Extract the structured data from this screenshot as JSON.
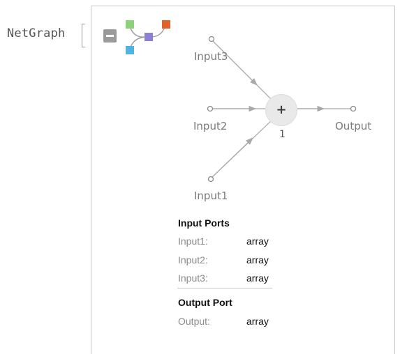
{
  "expression": {
    "head": "NetGraph"
  },
  "graph": {
    "inputs": [
      {
        "label": "Input3"
      },
      {
        "label": "Input2"
      },
      {
        "label": "Input1"
      }
    ],
    "node": {
      "symbol": "+",
      "index": "1"
    },
    "output": {
      "label": "Output"
    }
  },
  "icon_colors": {
    "input_a": "#8fd07b",
    "input_b": "#4fb4e0",
    "node": "#8e7fd6",
    "output": "#e0622a"
  },
  "ports": {
    "input_title": "Input Ports",
    "input_rows": [
      {
        "key": "Input1:",
        "value": "array"
      },
      {
        "key": "Input2:",
        "value": "array"
      },
      {
        "key": "Input3:",
        "value": "array"
      }
    ],
    "output_title": "Output Port",
    "output_rows": [
      {
        "key": "Output:",
        "value": "array"
      }
    ]
  }
}
